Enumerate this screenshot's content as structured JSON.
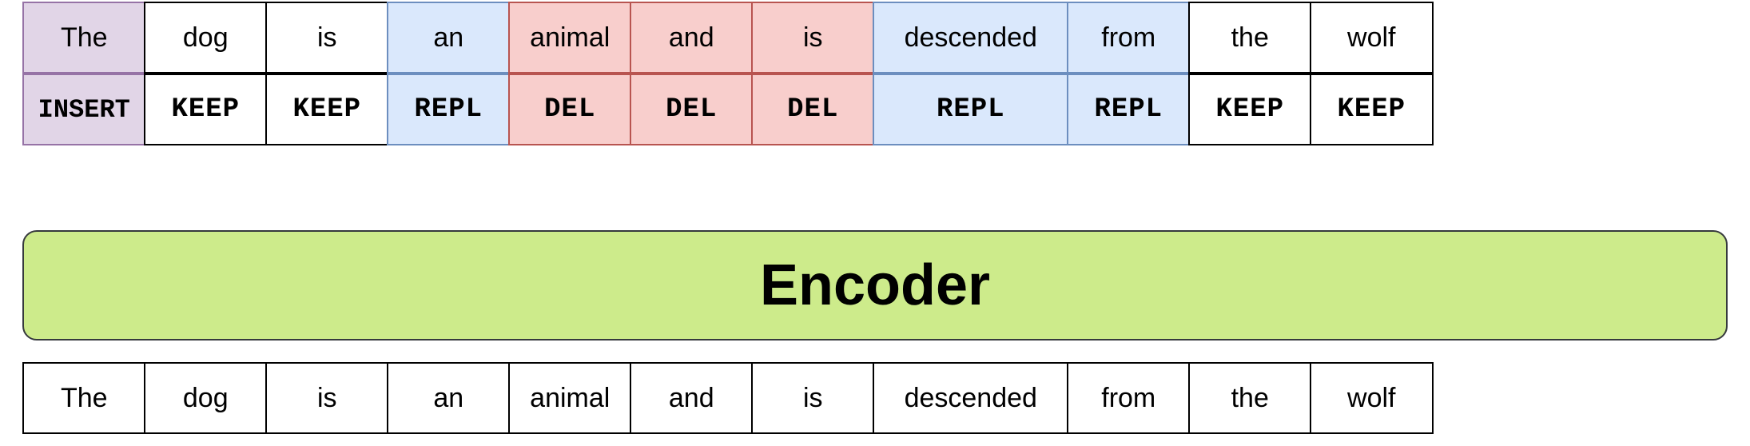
{
  "diagram": {
    "output_tokens": [
      {
        "word": "The",
        "tag": "INSERT",
        "op": "insert"
      },
      {
        "word": "dog",
        "tag": "KEEP",
        "op": "keep"
      },
      {
        "word": "is",
        "tag": "KEEP",
        "op": "keep"
      },
      {
        "word": "an",
        "tag": "REPL",
        "op": "repl"
      },
      {
        "word": "animal",
        "tag": "DEL",
        "op": "del"
      },
      {
        "word": "and",
        "tag": "DEL",
        "op": "del"
      },
      {
        "word": "is",
        "tag": "DEL",
        "op": "del"
      },
      {
        "word": "descended",
        "tag": "REPL",
        "op": "repl"
      },
      {
        "word": "from",
        "tag": "REPL",
        "op": "repl"
      },
      {
        "word": "the",
        "tag": "KEEP",
        "op": "keep"
      },
      {
        "word": "wolf",
        "tag": "KEEP",
        "op": "keep"
      }
    ],
    "encoder": {
      "label": "Encoder"
    },
    "input_tokens": [
      "The",
      "dog",
      "is",
      "an",
      "animal",
      "and",
      "is",
      "descended",
      "from",
      "the",
      "wolf"
    ],
    "colors": {
      "insert_fill": "#e1d5e7",
      "insert_border": "#9673a6",
      "repl_fill": "#dae8fc",
      "repl_border": "#6c8ebf",
      "del_fill": "#f8cecc",
      "del_border": "#b85450",
      "keep_fill": "#ffffff",
      "keep_border": "#000000",
      "encoder_fill": "#cdeb8b"
    }
  }
}
